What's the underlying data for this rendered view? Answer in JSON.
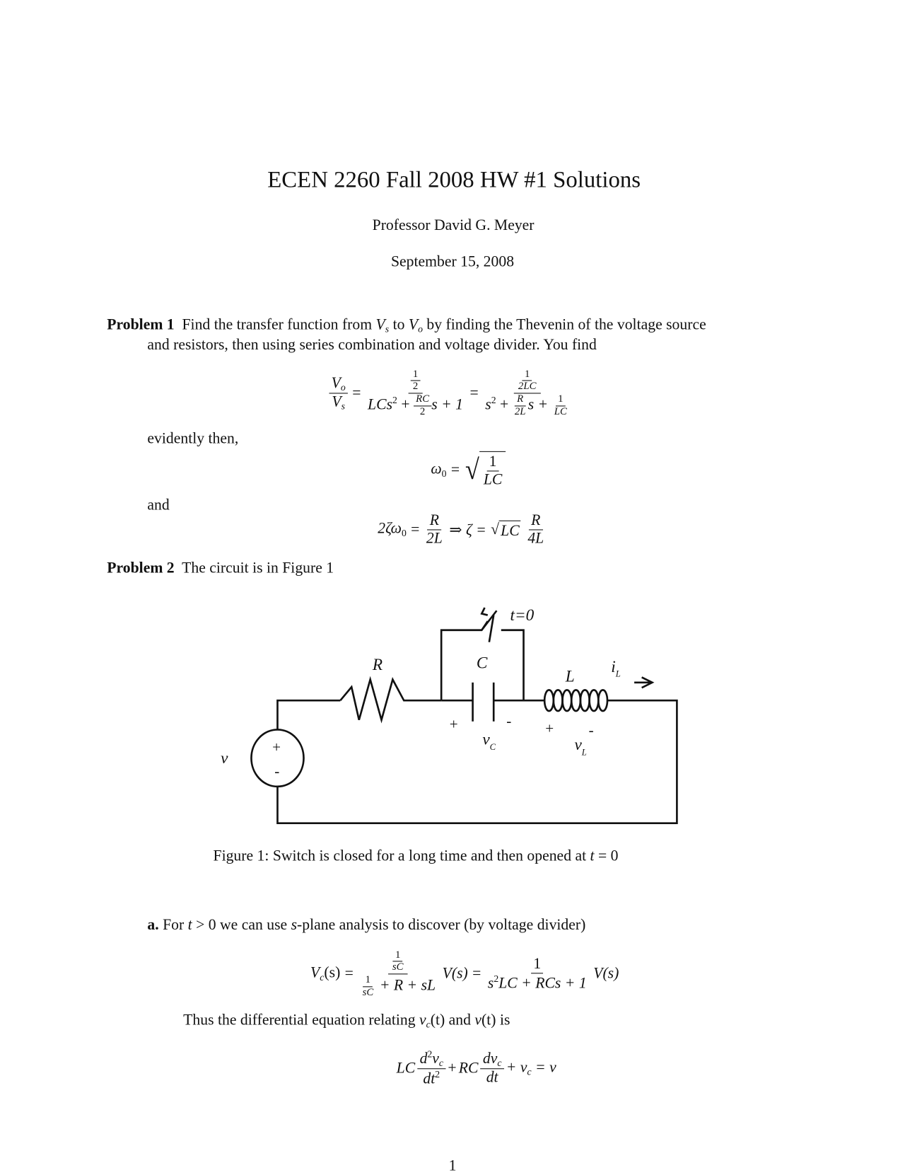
{
  "header": {
    "title": "ECEN 2260 Fall 2008 HW #1 Solutions",
    "author": "Professor David G. Meyer",
    "date": "September 15, 2008"
  },
  "problem1": {
    "label": "Problem 1",
    "line1_a": "Find the transfer function from ",
    "v1": "V",
    "v1_sub": "s",
    "line1_b": " to ",
    "v2": "V",
    "v2_sub": "o",
    "line1_c": " by finding the Thevenin of the voltage source",
    "line2": "and resistors, then using series combination and voltage divider. You find",
    "evidently": "evidently then,",
    "and": "and"
  },
  "eq1": {
    "V": "V",
    "o": "o",
    "s": "s",
    "eq": "=",
    "half_n": "1",
    "half_d": "2",
    "den1_a": "LCs",
    "two": "2",
    "plus": " + ",
    "rc_n": "RC",
    "rc_d": "2",
    "den1_b": "s + 1",
    "n2_n": "1",
    "n2_d": "2LC",
    "den2_a": "s",
    "r_n": "R",
    "r_d": "2L",
    "den2_b": "s + ",
    "lc_n": "1",
    "lc_d": "LC"
  },
  "eq2": {
    "lhs": "ω",
    "zero": "0",
    "eq": "=",
    "num": "1",
    "den": "LC",
    "rad": "√"
  },
  "eq3": {
    "lhs": "2ζω",
    "zero": "0",
    "eq": "=",
    "r_n": "R",
    "r_d": "2L",
    "implies": "⇒ ζ =",
    "rad": "√",
    "lc": "LC",
    "r2_n": "R",
    "r2_d": "4L"
  },
  "problem2": {
    "label": "Problem 2",
    "text": "The circuit is in Figure 1"
  },
  "circuit": {
    "R": "R",
    "C": "C",
    "L": "L",
    "switch": "t=0",
    "iL": "i",
    "iL_sub": "L",
    "vC": "v",
    "vC_sub": "C",
    "vL": "v",
    "vL_sub": "L",
    "v": "v",
    "plus": "+",
    "minus": "-"
  },
  "figure": {
    "caption_a": "Figure 1: Switch is closed for a long time and then opened at ",
    "caption_b": "t",
    "caption_c": " = 0"
  },
  "parta": {
    "label": "a.",
    "text_a": " For ",
    "t": "t",
    "text_b": " > 0 we can use ",
    "s": "s",
    "text_c": "-plane analysis to discover (by voltage divider)",
    "thus_a": "Thus the differential equation relating ",
    "vc": "v",
    "vc_sub": "c",
    "t_arg": "(t)",
    "thus_b": " and ",
    "v": "v",
    "thus_c": " is"
  },
  "eq4": {
    "lhs": "V",
    "c": "c",
    "arg": "(s)",
    "eq": "=",
    "one": "1",
    "sC": "sC",
    "den_b": " + R + sL",
    "Vs": "V(s)",
    "n2": "1",
    "d2_a": "s",
    "two": "2",
    "d2_b": "LC + RCs + 1"
  },
  "eq5": {
    "LC": "LC",
    "d2": "d",
    "two": "2",
    "v": "v",
    "c": "c",
    "dt2": "dt",
    "plus": "+",
    "RC": "RC",
    "d": "d",
    "dt": "dt",
    "rest": "+ v",
    "eqv": " = v"
  },
  "footer": {
    "page_number": "1"
  }
}
